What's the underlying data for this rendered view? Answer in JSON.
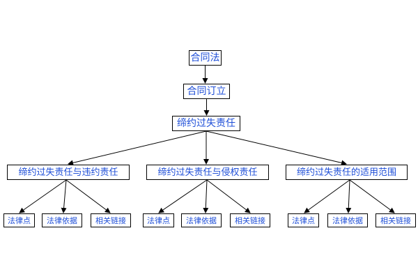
{
  "diagram": {
    "nodes": {
      "root": "合同法",
      "formation": "合同订立",
      "liability": "缔约过失责任",
      "branch_breach": "缔约过失责任与违约责任",
      "branch_tort": "缔约过失责任与侵权责任",
      "branch_scope": "缔约过失责任的适用范围",
      "breach_points": "法律点",
      "breach_basis": "法律依据",
      "breach_links": "相关链接",
      "tort_points": "法律点",
      "tort_basis": "法律依据",
      "tort_links": "相关链接",
      "scope_points": "法律点",
      "scope_basis": "法律依据",
      "scope_links": "相关链接"
    },
    "colors": {
      "node_text": "#1f4fd8",
      "node_border": "#000000",
      "edge": "#000000",
      "background": "#ffffff"
    }
  }
}
